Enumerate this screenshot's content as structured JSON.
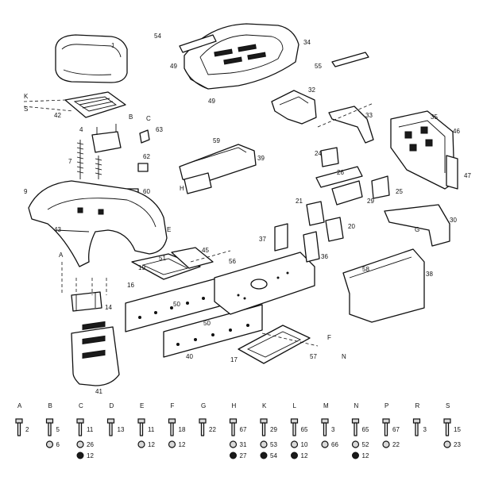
{
  "callouts": {
    "p1": "1",
    "p34": "34",
    "p54": "54",
    "p49a": "49",
    "p49b": "49",
    "p55": "55",
    "p42": "42",
    "pB": "B",
    "pC1": "C",
    "p63": "63",
    "p4": "4",
    "pK": "K",
    "pS": "S",
    "p62": "62",
    "p60": "60",
    "p7": "7",
    "p9": "9",
    "p43": "43",
    "pE": "E",
    "p32": "32",
    "p33": "33",
    "p35": "35",
    "p46": "46",
    "p47": "47",
    "p59": "59",
    "p39": "39",
    "pH1": "H",
    "p24": "24",
    "p26": "26",
    "p25": "25",
    "p29": "29",
    "p21": "21",
    "p20": "20",
    "p30": "30",
    "p37": "37",
    "p36": "36",
    "p58": "58",
    "p38": "38",
    "p45": "45",
    "p56": "56",
    "p51": "51",
    "p16": "16",
    "p19": "19",
    "p14": "14",
    "p50a": "50",
    "p50b": "50",
    "p40": "40",
    "p41": "41",
    "p17": "17",
    "p57": "57",
    "pN": "N",
    "pF": "F",
    "pA": "A",
    "pG": "G"
  },
  "hardware": [
    {
      "letter": "A",
      "num": "2"
    },
    {
      "letter": "B",
      "num": "5",
      "extra": "6"
    },
    {
      "letter": "C",
      "num": "11",
      "extra": "26",
      "extra2": "12"
    },
    {
      "letter": "D",
      "num": "13"
    },
    {
      "letter": "E",
      "num": "11",
      "extra": "12"
    },
    {
      "letter": "F",
      "num": "18",
      "extra": "12"
    },
    {
      "letter": "G",
      "num": "22"
    },
    {
      "letter": "H",
      "num": "67",
      "extra": "31",
      "extra2": "27"
    },
    {
      "letter": "K",
      "num": "29",
      "extra": "53",
      "extra2": "54"
    },
    {
      "letter": "L",
      "num": "65",
      "extra": "10",
      "extra2": "12"
    },
    {
      "letter": "M",
      "num": "3",
      "extra": "66"
    },
    {
      "letter": "N",
      "num": "65",
      "extra": "52",
      "extra2": "12"
    },
    {
      "letter": "P",
      "num": "67",
      "extra": "22"
    },
    {
      "letter": "R",
      "num": "3"
    },
    {
      "letter": "S",
      "num": "15",
      "extra": "23"
    }
  ]
}
